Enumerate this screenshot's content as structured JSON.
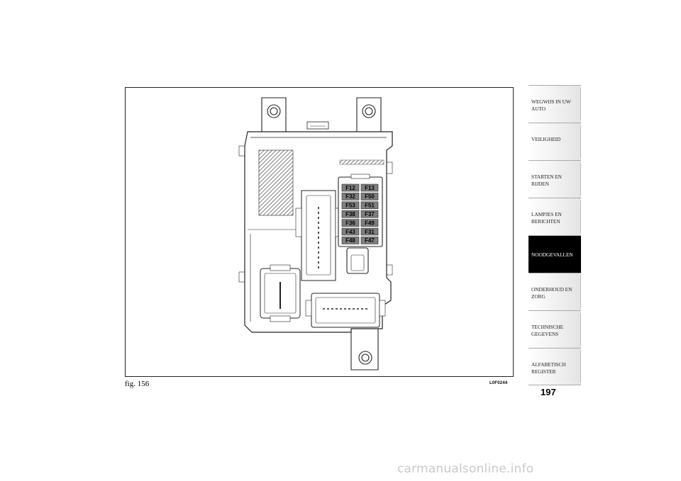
{
  "figure": {
    "caption": "fig. 156",
    "code": "L0F0244",
    "fuses": [
      [
        "F12",
        "F13"
      ],
      [
        "F32",
        "F50"
      ],
      [
        "F53",
        "F51"
      ],
      [
        "F38",
        "F37"
      ],
      [
        "F36",
        "F49"
      ],
      [
        "F43",
        "F31"
      ],
      [
        "F48",
        "F47"
      ]
    ],
    "fuse_color": "#7f7f7f"
  },
  "tabs": [
    {
      "label": "WEGWIJS IN UW AUTO",
      "active": false
    },
    {
      "label": "VEILIGHEID",
      "active": false
    },
    {
      "label": "STARTEN EN RIJDEN",
      "active": false
    },
    {
      "label": "LAMPJES EN BERICHTEN",
      "active": false
    },
    {
      "label": "NOODGEVALLEN",
      "active": true
    },
    {
      "label": "ONDERHOUD EN ZORG",
      "active": false
    },
    {
      "label": "TECHNISCHE GEGEVENS",
      "active": false
    },
    {
      "label": "ALFABETISCH REGISTER",
      "active": false
    }
  ],
  "page_number": "197",
  "watermark": "carmanualsonline.info"
}
